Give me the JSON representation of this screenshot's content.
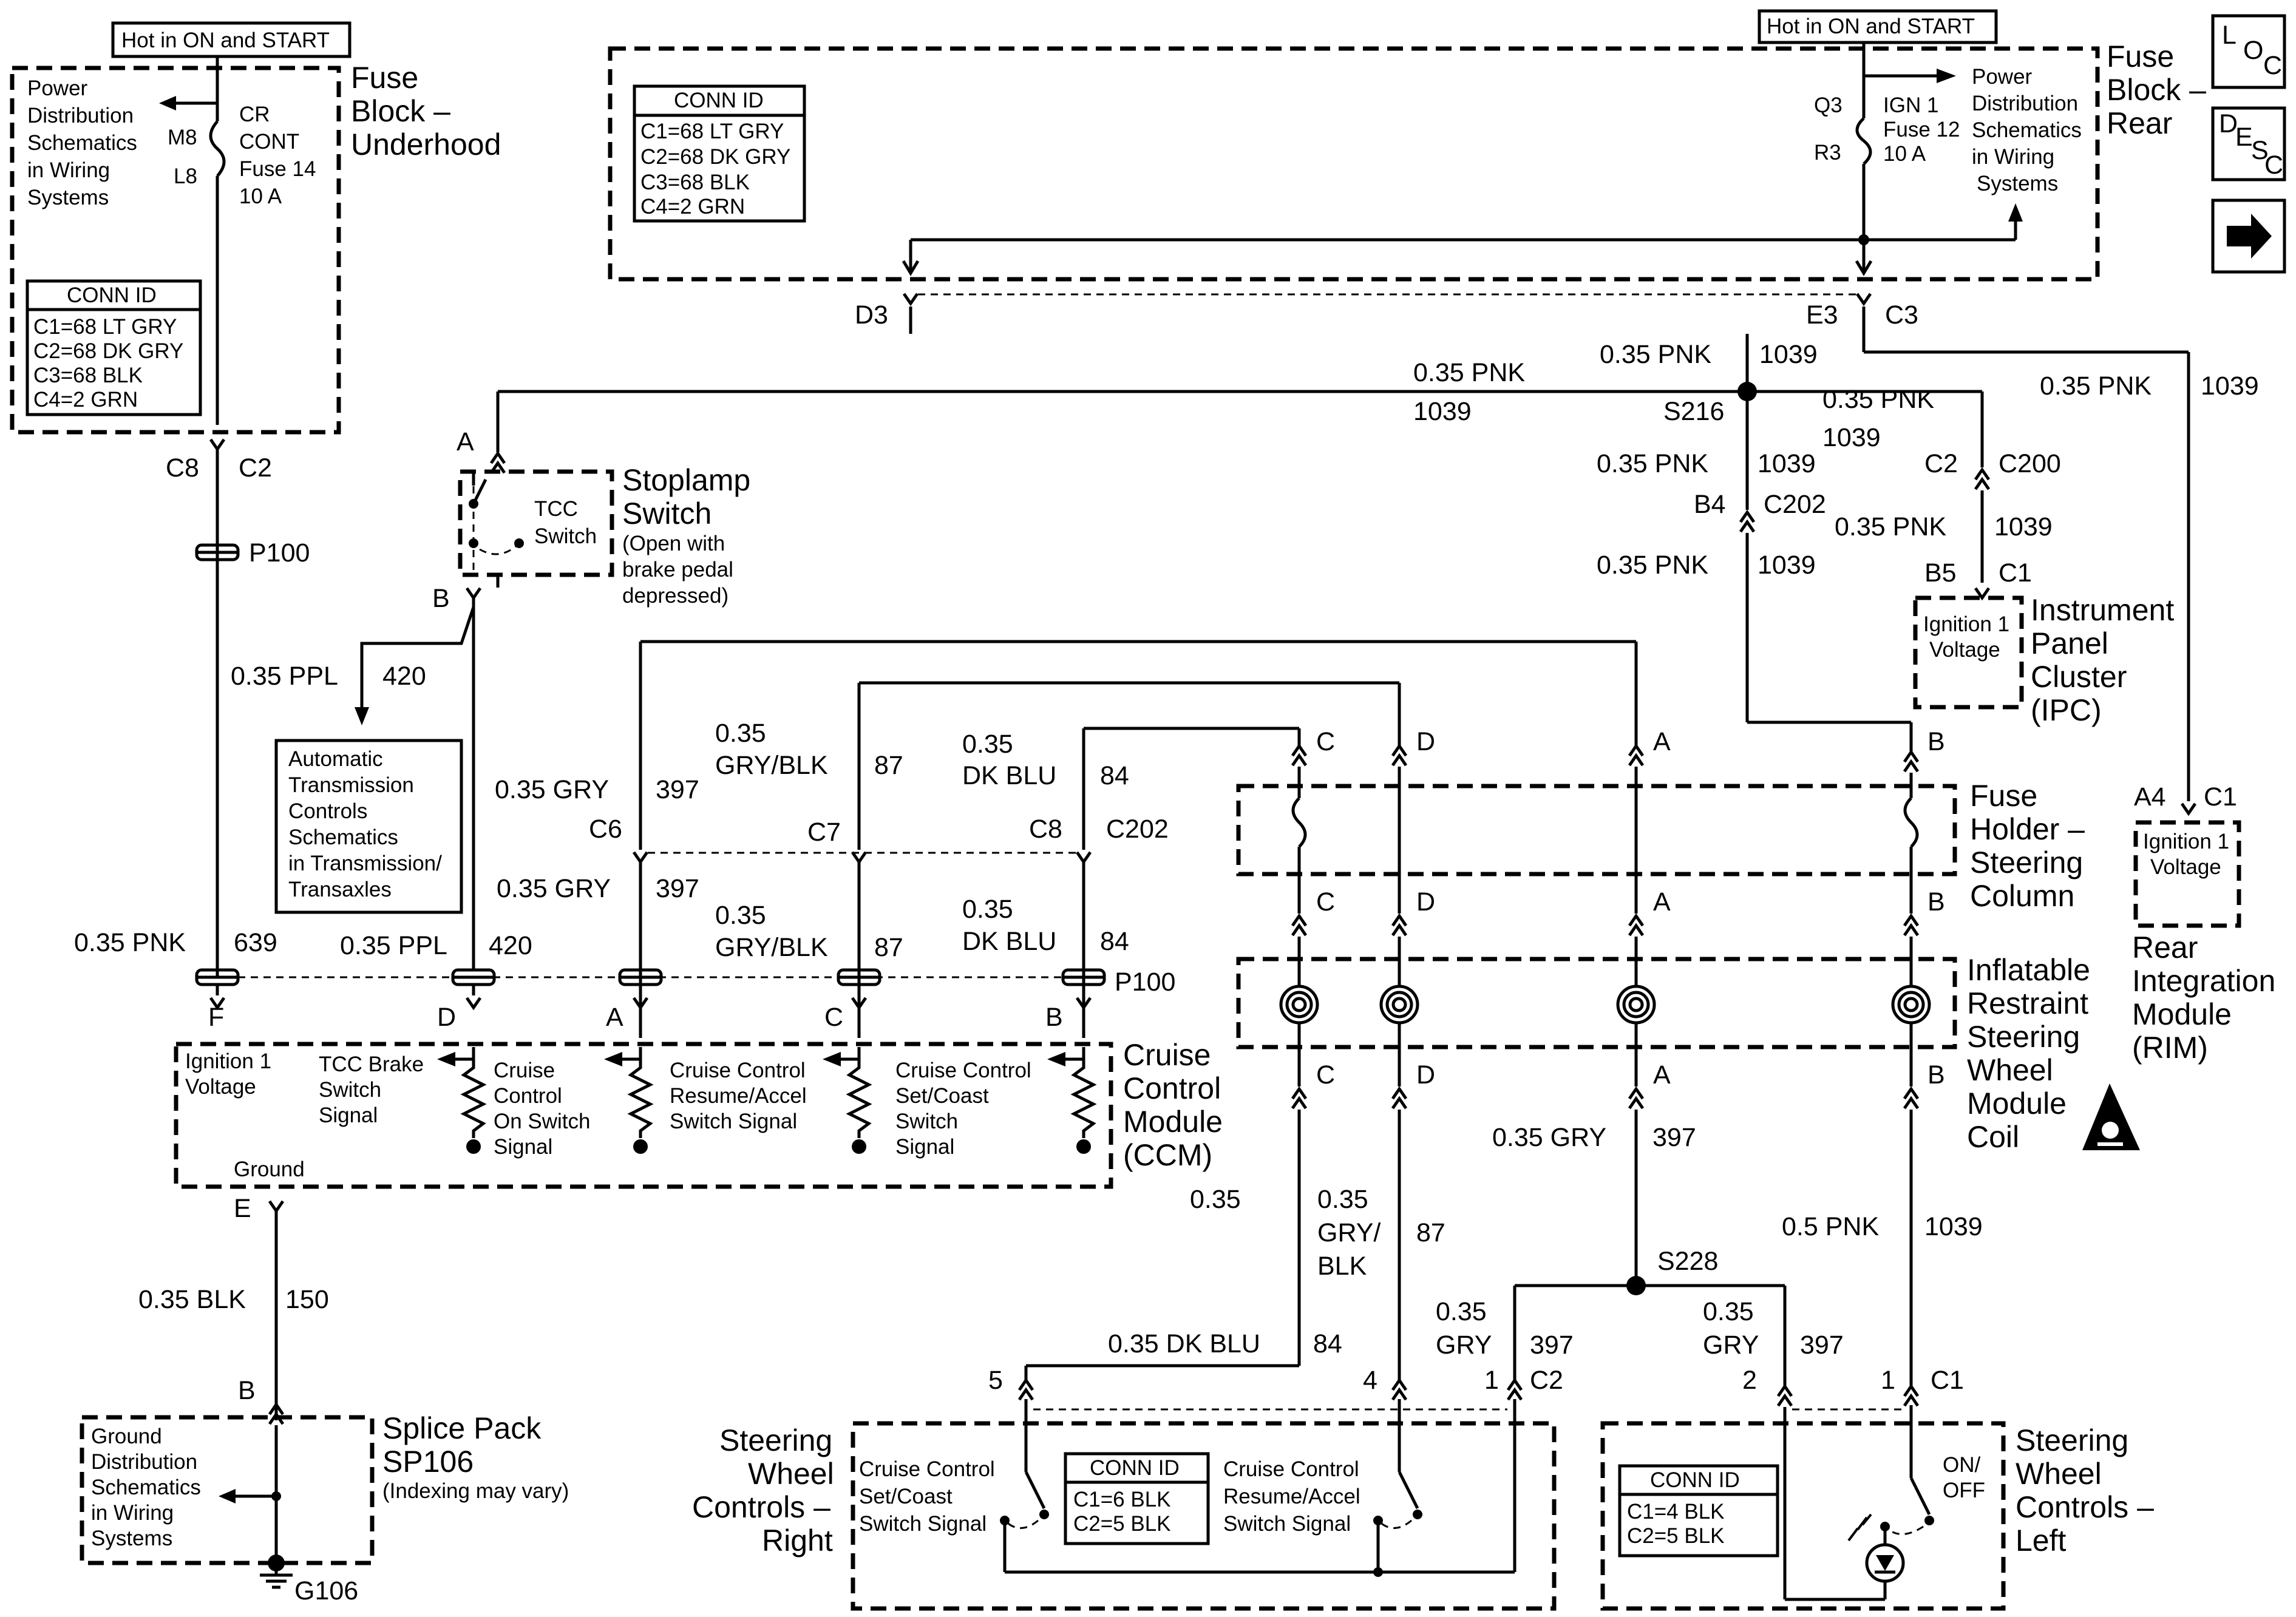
{
  "fuse_underhood": {
    "hot": "Hot in ON and START",
    "name": [
      "Fuse",
      "Block –",
      "Underhood"
    ],
    "power_ref": [
      "Power",
      "Distribution",
      "Schematics",
      "in Wiring",
      "Systems"
    ],
    "fuse": [
      "CR",
      "CONT",
      "Fuse 14",
      "10 A"
    ],
    "pin_top": "M8",
    "pin_bottom": "L8",
    "conn_title": "CONN ID",
    "conn": [
      "C1=68 LT GRY",
      "C2=68 DK GRY",
      "C3=68 BLK",
      "C4=2 GRN"
    ],
    "out_pin": "C8",
    "out_conn": "C2"
  },
  "fuse_rear": {
    "hot": "Hot in ON and START",
    "name": [
      "Fuse",
      "Block –",
      "Rear"
    ],
    "conn_title": "CONN ID",
    "conn": [
      "C1=68 LT GRY",
      "C2=68 DK GRY",
      "C3=68 BLK",
      "C4=2 GRN"
    ],
    "pin_top": "Q3",
    "pin_bottom": "R3",
    "fuse": [
      "IGN 1",
      "Fuse 12",
      "10 A"
    ],
    "power_ref": [
      "Power",
      "Distribution",
      "Schematics",
      "in Wiring",
      "Systems"
    ],
    "pin_d3": "D3",
    "pin_e3": "E3",
    "conn_c3": "C3"
  },
  "nav": {
    "loc": [
      "L",
      "O",
      "C"
    ],
    "desc": [
      "D",
      "E",
      "S",
      "C"
    ],
    "next_icon": "arrow-right-icon"
  },
  "wires": {
    "pnk_1039_a": "0.35 PNK",
    "ckt_1039": "1039",
    "s216": "S216",
    "pnk": "0.35 PNK",
    "gry": "0.35 GRY",
    "ckt_397": "397",
    "ppl": "0.35 PPL",
    "ckt_420": "420",
    "ckt_639": "639",
    "gry_blk": [
      "0.35",
      "GRY/BLK"
    ],
    "ckt_87": "87",
    "dk_blu": [
      "0.35",
      "DK BLU"
    ],
    "ckt_84": "84",
    "dk_blu_one": "0.35 DK BLU",
    "gry_blk_v": [
      "0.35",
      "GRY/",
      "BLK"
    ],
    "gry_v": [
      "0.35",
      "GRY"
    ],
    "pnk05": "0.5 PNK",
    "blk": "0.35 BLK",
    "ckt_150": "150",
    "s228": "S228"
  },
  "connectors": {
    "c2": "C2",
    "c200": "C200",
    "b4": "B4",
    "c202": "C202",
    "b5": "B5",
    "c1": "C1",
    "a": "A",
    "b": "B",
    "c": "C",
    "d": "D",
    "e": "E",
    "f": "F",
    "c6": "C6",
    "c7": "C7",
    "c8": "C8",
    "p100": "P100",
    "a4": "A4",
    "pin5": "5",
    "pin4": "4",
    "pin1": "1",
    "pin2": "2"
  },
  "stoplamp": {
    "name": [
      "Stoplamp",
      "Switch"
    ],
    "note": [
      "(Open with",
      "brake pedal",
      "depressed)"
    ],
    "tcc": [
      "TCC",
      "Switch"
    ]
  },
  "trans_ref": [
    "Automatic",
    "Transmission",
    "Controls",
    "Schematics",
    "in Transmission/",
    "Transaxles"
  ],
  "ipc": {
    "label": [
      "Ignition 1",
      "Voltage"
    ],
    "name": [
      "Instrument",
      "Panel",
      "Cluster",
      "(IPC)"
    ]
  },
  "rim": {
    "label": [
      "Ignition 1",
      "Voltage"
    ],
    "name": [
      "Rear",
      "Integration",
      "Module",
      "(RIM)"
    ]
  },
  "fuse_holder": {
    "name": [
      "Fuse",
      "Holder –",
      "Steering",
      "Column"
    ]
  },
  "coil": {
    "name": [
      "Inflatable",
      "Restraint",
      "Steering",
      "Wheel",
      "Module",
      "Coil"
    ]
  },
  "ccm": {
    "name": [
      "Cruise",
      "Control",
      "Module",
      "(CCM)"
    ],
    "ign": [
      "Ignition 1",
      "Voltage"
    ],
    "tcc": [
      "TCC Brake",
      "Switch",
      "Signal"
    ],
    "on": [
      "Cruise",
      "Control",
      "On Switch",
      "Signal"
    ],
    "resume": [
      "Cruise Control",
      "Resume/Accel",
      "Switch Signal"
    ],
    "set": [
      "Cruise Control",
      "Set/Coast",
      "Switch",
      "Signal"
    ],
    "ground": "Ground"
  },
  "splice_pack": {
    "name": [
      "Splice Pack",
      "SP106"
    ],
    "note": "(Indexing may vary)",
    "ref": [
      "Ground",
      "Distribution",
      "Schematics",
      "in Wiring",
      "Systems"
    ],
    "ground": "G106"
  },
  "swc_right": {
    "name": [
      "Steering",
      "Wheel",
      "Controls –",
      "Right"
    ],
    "set": [
      "Cruise Control",
      "Set/Coast",
      "Switch Signal"
    ],
    "resume": [
      "Cruise Control",
      "Resume/Accel",
      "Switch Signal"
    ],
    "conn_title": "CONN ID",
    "conn": [
      "C1=6 BLK",
      "C2=5 BLK"
    ]
  },
  "swc_left": {
    "name": [
      "Steering",
      "Wheel",
      "Controls –",
      "Left"
    ],
    "onoff": [
      "ON/",
      "OFF"
    ],
    "conn_title": "CONN ID",
    "conn": [
      "C1=4 BLK",
      "C2=5 BLK"
    ]
  },
  "esd_icon": "esd-warning-icon"
}
